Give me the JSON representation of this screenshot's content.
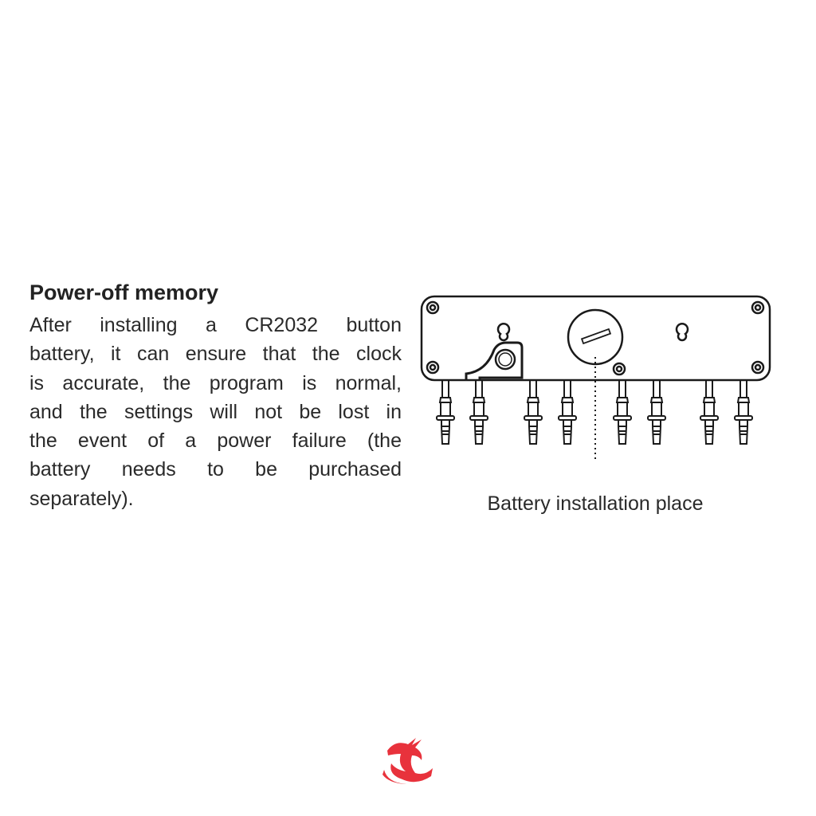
{
  "section": {
    "title": "Power-off memory",
    "body_lines": [
      "After installing a CR2032 button",
      "battery, it can ensure that the clock",
      "is accurate, the program is normal,",
      "and the settings will not be lost in",
      "the event of a power failure (the",
      "battery needs to be purchased",
      "separately)."
    ]
  },
  "diagram": {
    "caption": "Battery installation place"
  },
  "colors": {
    "text": "#2a2a2a",
    "logo": "#e8323c"
  }
}
